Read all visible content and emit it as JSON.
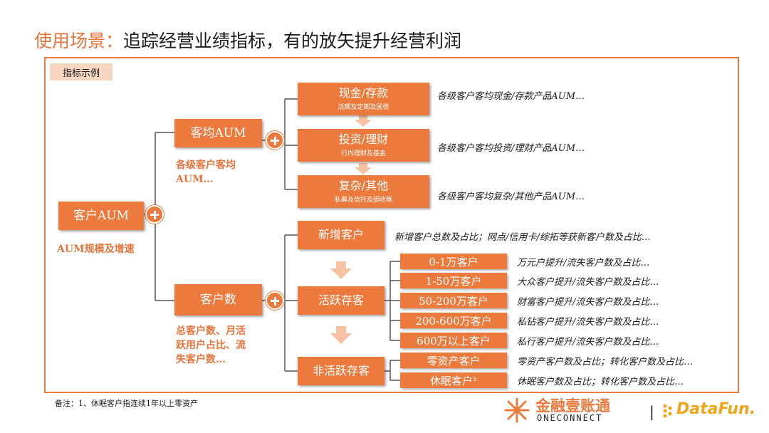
{
  "title": {
    "highlight": "使用场景：",
    "text": "追踪经营业绩指标，有的放矢提升经营利润"
  },
  "tag": "指标示例",
  "root": {
    "label": "客户AUM",
    "note": "AUM规模及增速"
  },
  "aum_avg": {
    "label": "客均AUM",
    "note_line1": "各级客户客均",
    "note_line2": "AUM…"
  },
  "customers": {
    "label": "客户数",
    "note_line1": "总客户数、月活",
    "note_line2": "跃用户占比、流",
    "note_line3": "失客户数…"
  },
  "products": [
    {
      "label": "现金/存款",
      "sub": "活期及定期及国债",
      "desc": "各级客户客均现金/存款产品AUM…"
    },
    {
      "label": "投资/理财",
      "sub": "行内理财及基金",
      "desc": "各级客户客均投资/理财产品AUM…"
    },
    {
      "label": "复杂/其他",
      "sub": "私募及信托及固收等",
      "desc": "各级客户客均复杂/其他产品AUM…"
    }
  ],
  "new_customers": {
    "label": "新增客户",
    "desc": "新增客户总数及占比；网点/信用卡/综拓等获新客户数及占比…"
  },
  "active": {
    "label": "活跃存客"
  },
  "inactive": {
    "label": "非活跃存客"
  },
  "active_segments": [
    {
      "label": "0-1万客户",
      "desc": "万元户提升/流失客户数及占比…"
    },
    {
      "label": "1-50万客户",
      "desc": "大众客户提升/流失客户数及占比…"
    },
    {
      "label": "50-200万客户",
      "desc": "财富客户提升/流失客户数及占比…"
    },
    {
      "label": "200-600万客户",
      "desc": "私钻客户提升/流失客户数及占比…"
    },
    {
      "label": "600万以上客户",
      "desc": "私行客户提升/流失客户数及占比…"
    }
  ],
  "inactive_segments": [
    {
      "label": "零资产客户",
      "desc": "零资产客户数及占比；转化客户数及占比…"
    },
    {
      "label": "休眠客户¹",
      "desc": "休眠客户数及占比；转化客户数及占比…"
    }
  ],
  "footnote": "备注：1、休眠客户指连续1年以上零资产",
  "logos": {
    "oneconnect_cn": "金融壹账通",
    "oneconnect_en": "ONECONNECT",
    "separator": "|",
    "datafun": "DataFun."
  },
  "colors": {
    "accent": "#ec7a3d",
    "light_accent": "#f7d6c1",
    "arrow": "#f6c2a3"
  }
}
